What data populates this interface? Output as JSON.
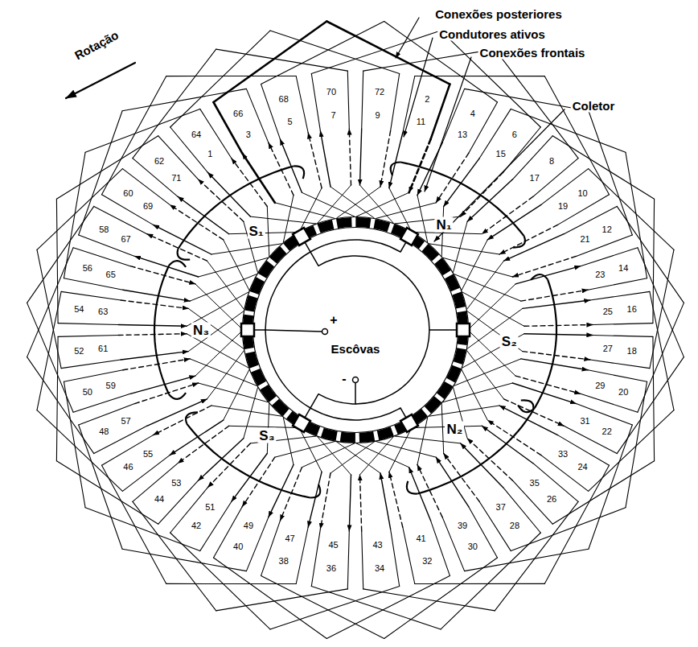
{
  "diagram": {
    "labels": [
      "Conexões posteriores",
      "Condutores ativos",
      "Conexões frontais",
      "Coletor",
      "Rotação",
      "S₁",
      "N₁",
      "S₂",
      "N₂",
      "S₃",
      "N₃",
      "+",
      "Escôvas",
      "-",
      "11",
      "2",
      "13",
      "4",
      "15",
      "6",
      "17",
      "8",
      "19",
      "10",
      "21",
      "12",
      "23",
      "14",
      "25",
      "16",
      "27",
      "18",
      "29",
      "20",
      "31",
      "22",
      "33",
      "24",
      "35",
      "26",
      "37",
      "28",
      "39",
      "30",
      "41",
      "32",
      "43",
      "34",
      "45",
      "36",
      "47",
      "38",
      "49",
      "40",
      "51",
      "42",
      "53",
      "44",
      "55",
      "46",
      "57",
      "48",
      "59",
      "50",
      "61",
      "52",
      "63",
      "54",
      "65",
      "56",
      "67",
      "58",
      "69",
      "60",
      "71",
      "62",
      "1",
      "64",
      "3",
      "66",
      "5",
      "68",
      "7",
      "70",
      "9",
      "72"
    ]
  }
}
